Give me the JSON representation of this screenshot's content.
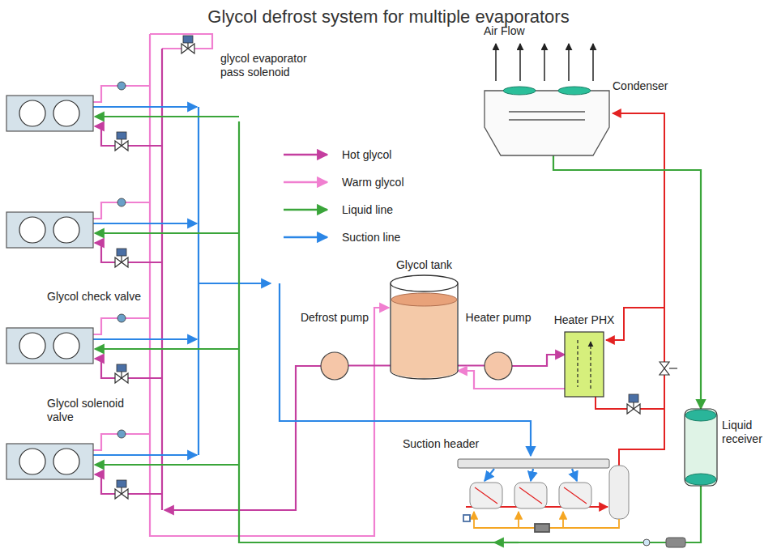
{
  "diagram": {
    "title": "Glycol defrost system for multiple evaporators",
    "nodes": [
      {
        "text": [
          "Condenser"
        ]
      },
      {
        "text": [
          "Glycol tank"
        ]
      },
      {
        "text": [
          "Defrost pump"
        ]
      },
      {
        "text": [
          "Heater pump"
        ]
      },
      {
        "text": [
          "Heater PHX"
        ]
      },
      {
        "text": [
          "Suction header"
        ]
      },
      {
        "text": [
          "Liquid receiver"
        ]
      }
    ],
    "edges": [
      {
        "from": 1,
        "to": 2,
        "arrow": "none"
      },
      {
        "from": 1,
        "to": 3,
        "arrow": "none"
      },
      {
        "from": 3,
        "to": 4,
        "arrow": "to"
      },
      {
        "from": 4,
        "to": 1,
        "arrow": "to"
      },
      {
        "from": 0,
        "to": 6,
        "arrow": "to"
      }
    ],
    "labels": [
      "Air Flow",
      "glycol evaporator pass solenoid",
      "Glycol check valve",
      "Glycol solenoid valve"
    ],
    "legend": [
      {
        "text": "Hot glycol"
      },
      {
        "text": "Warm glycol"
      },
      {
        "text": "Liquid line"
      },
      {
        "text": "Suction line"
      }
    ]
  }
}
